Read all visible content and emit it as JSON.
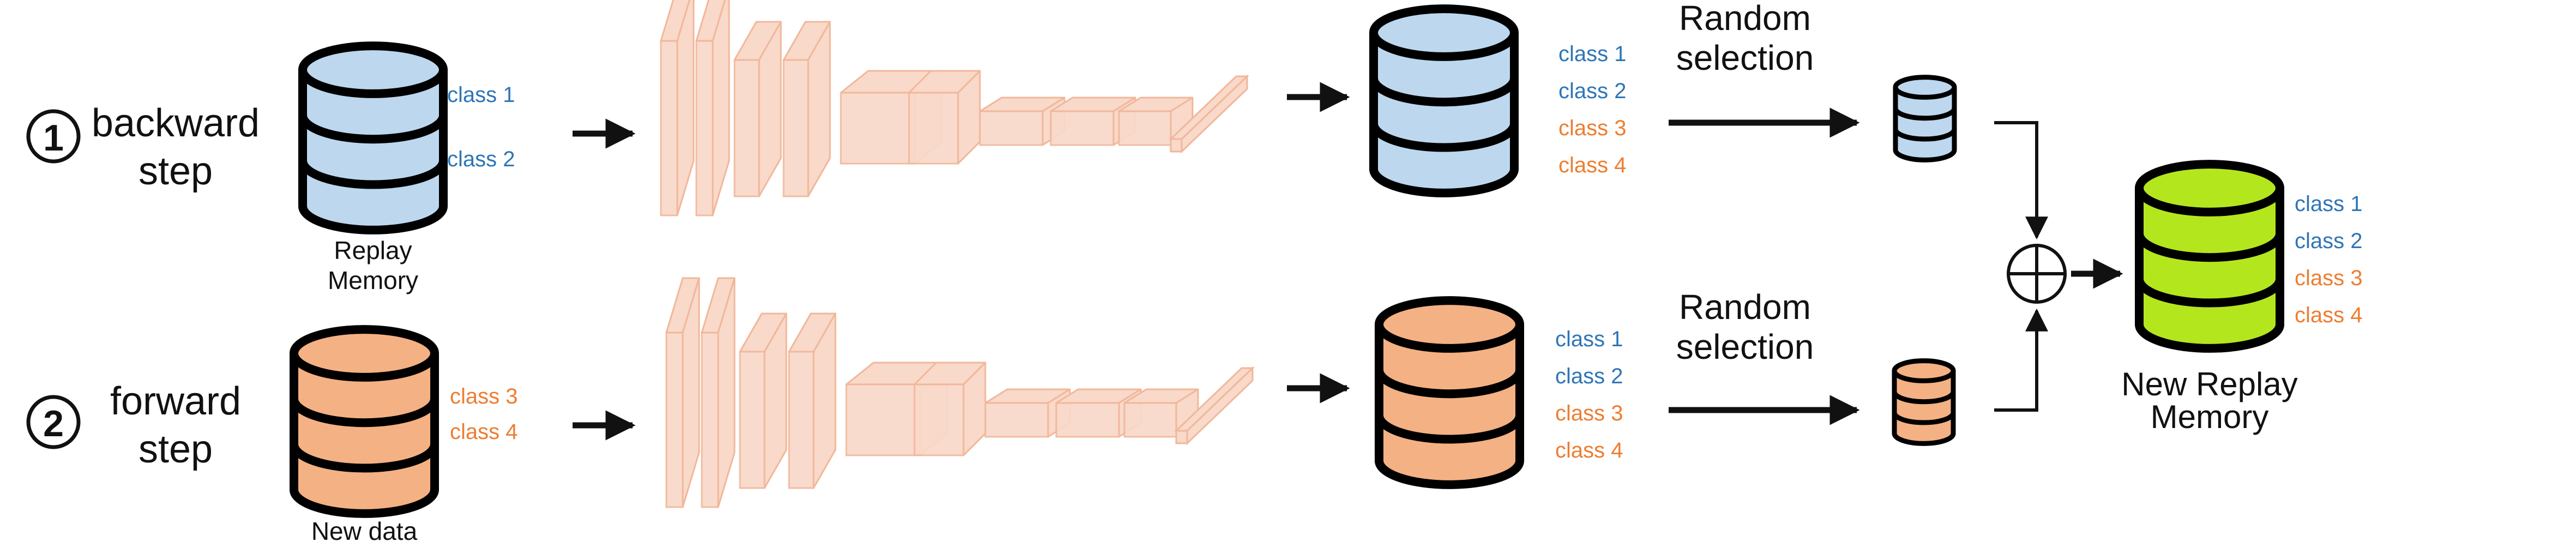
{
  "colors": {
    "blue_class": "#2e75b6",
    "orange_class": "#ed7d31",
    "db_blue": "#bdd7ee",
    "db_orange": "#f4b183",
    "db_green": "#b4e61e",
    "network_face": "#f9d9c9",
    "network_edge": "#f1b79a"
  },
  "backward": {
    "number": "1",
    "title_line1": "backward",
    "title_line2": "step",
    "memory_label_line1": "Replay",
    "memory_label_line2": "Memory",
    "input_classes": [
      "class 1",
      "class 2"
    ],
    "output_classes": [
      "class 1",
      "class 2",
      "class 3",
      "class 4"
    ],
    "selection_line1": "Random",
    "selection_line2": "selection"
  },
  "forward": {
    "number": "2",
    "title_line1": "forward",
    "title_line2": "step",
    "data_label": "New data",
    "input_classes": [
      "class 3",
      "class 4"
    ],
    "output_classes": [
      "class 1",
      "class 2",
      "class 3",
      "class 4"
    ],
    "selection_line1": "Random",
    "selection_line2": "selection"
  },
  "result": {
    "combine_symbol": "oplus",
    "label_line1": "New Replay",
    "label_line2": "Memory",
    "classes": [
      "class 1",
      "class 2",
      "class 3",
      "class 4"
    ]
  }
}
